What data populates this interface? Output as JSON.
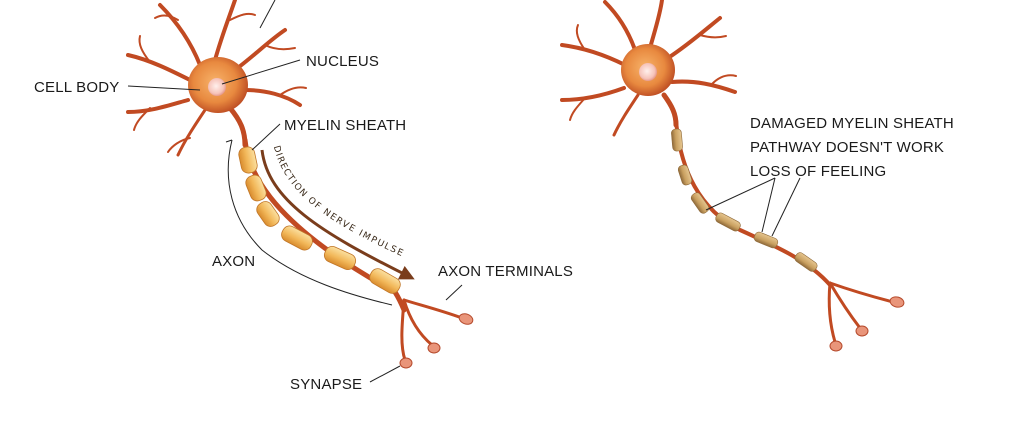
{
  "healthy_neuron": {
    "labels": {
      "nucleus": "NUCLEUS",
      "cell_body": "CELL BODY",
      "myelin_sheath": "MYELIN SHEATH",
      "axon": "AXON",
      "axon_terminals": "AXON TERMINALS",
      "synapse": "SYNAPSE",
      "direction": "DIRECTION OF NERVE IMPULSE"
    }
  },
  "damaged_neuron": {
    "caption_lines": [
      "DAMAGED MYELIN SHEATH",
      "PATHWAY DOESN'T WORK",
      "LOSS OF FEELING"
    ]
  },
  "colors": {
    "dendrite": "#c14a22",
    "soma": "#e8893f",
    "nucleus": "#f6c3b9",
    "myelin": "#f2b85a",
    "damaged_myelin": "#c9a060",
    "arrow": "#7a3d1c"
  }
}
